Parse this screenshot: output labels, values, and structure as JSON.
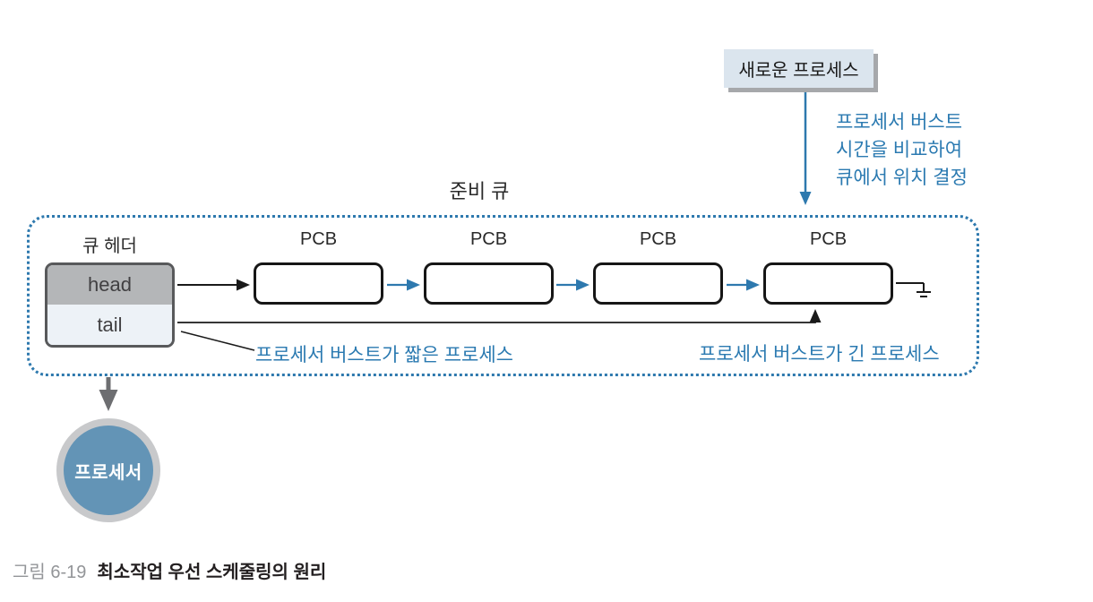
{
  "colors": {
    "accent_blue": "#2e79ae",
    "annotation_blue": "#2b7ab1",
    "new_process_fill": "#dbe5ee",
    "new_process_shadow": "#a6a8ab",
    "head_fill": "#b4b6b8",
    "tail_fill": "#edf2f7",
    "processor_fill": "#6394b6",
    "processor_ring": "#c8c9cb",
    "dispatch_arrow_gray": "#6d6e71"
  },
  "diagram": {
    "new_process": {
      "label": "새로운 프로세스"
    },
    "decision_note": {
      "lines": [
        "프로세서 버스트",
        "시간을 비교하여",
        "큐에서 위치 결정"
      ]
    },
    "ready_queue": {
      "label": "준비 큐",
      "queue_header": {
        "label": "큐 헤더",
        "head": "head",
        "tail": "tail"
      },
      "pcbs": [
        {
          "label": "PCB"
        },
        {
          "label": "PCB"
        },
        {
          "label": "PCB"
        },
        {
          "label": "PCB"
        }
      ],
      "short_burst_note": "프로세서 버스트가 짧은 프로세스",
      "long_burst_note": "프로세서 버스트가 긴 프로세스"
    },
    "processor": {
      "label": "프로세서"
    }
  },
  "caption": {
    "figure_number": "그림 6-19",
    "title": "최소작업 우선 스케줄링의 원리"
  }
}
